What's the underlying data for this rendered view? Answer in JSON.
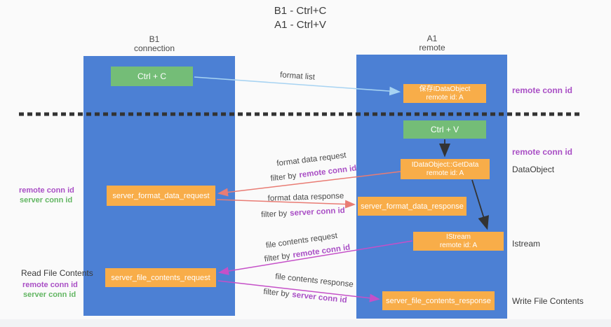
{
  "title": {
    "line1": "B1 - Ctrl+C",
    "line2": "A1 - Ctrl+V"
  },
  "lanes": {
    "left": {
      "name": "B1",
      "subtitle": "connection"
    },
    "right": {
      "name": "A1",
      "subtitle": "remote"
    }
  },
  "boxes": {
    "ctrl_c": {
      "label": "Ctrl + C"
    },
    "ctrl_v": {
      "label": "Ctrl + V"
    },
    "save_dataobject": {
      "line1": "保存IDataObject",
      "line2": "remote id: A"
    },
    "getdata": {
      "line1": "IDataObject::GetData",
      "line2": "remote id: A"
    },
    "istream": {
      "line1": "IStream",
      "line2": "remote id: A"
    },
    "format_request": {
      "label": "server_format_data_request"
    },
    "format_response": {
      "label": "server_format_data_response"
    },
    "file_request": {
      "label": "server_file_contents_request"
    },
    "file_response": {
      "label": "server_file_contents_response"
    }
  },
  "arrows": {
    "format_list": {
      "label": "format list"
    },
    "format_data_request": {
      "label": "format data request",
      "filter_prefix": "filter by",
      "filter_key": "remote conn id"
    },
    "format_data_response": {
      "label": "format data response",
      "filter_prefix": "filter by",
      "filter_key": "server conn id"
    },
    "file_contents_request": {
      "label": "file contents request",
      "filter_prefix": "filter by",
      "filter_key": "remote conn id"
    },
    "file_contents_response": {
      "label": "file contents response",
      "filter_prefix": "filter by",
      "filter_key": "server conn id"
    }
  },
  "annotations": {
    "right_remote_conn_id_top": "remote conn id",
    "right_remote_conn_id_mid": "remote conn id",
    "right_dataobject": "DataObject",
    "right_istream": "Istream",
    "right_write_file": "Write File Contents",
    "left_mid_remote": "remote conn id",
    "left_mid_server": "server conn id",
    "left_read_file": "Read File Contents",
    "left_bottom_remote": "remote conn id",
    "left_bottom_server": "server conn id"
  },
  "colors": {
    "lane_blue": "#4c80d4",
    "box_green": "#74bd77",
    "box_orange": "#f8ad49",
    "arrow_salmon": "#e97c74",
    "arrow_magenta": "#c550c8",
    "arrow_lightblue": "#a7d3f2",
    "arrow_black": "#333333",
    "label_purple": "#a94fc5",
    "label_green": "#63b663"
  }
}
